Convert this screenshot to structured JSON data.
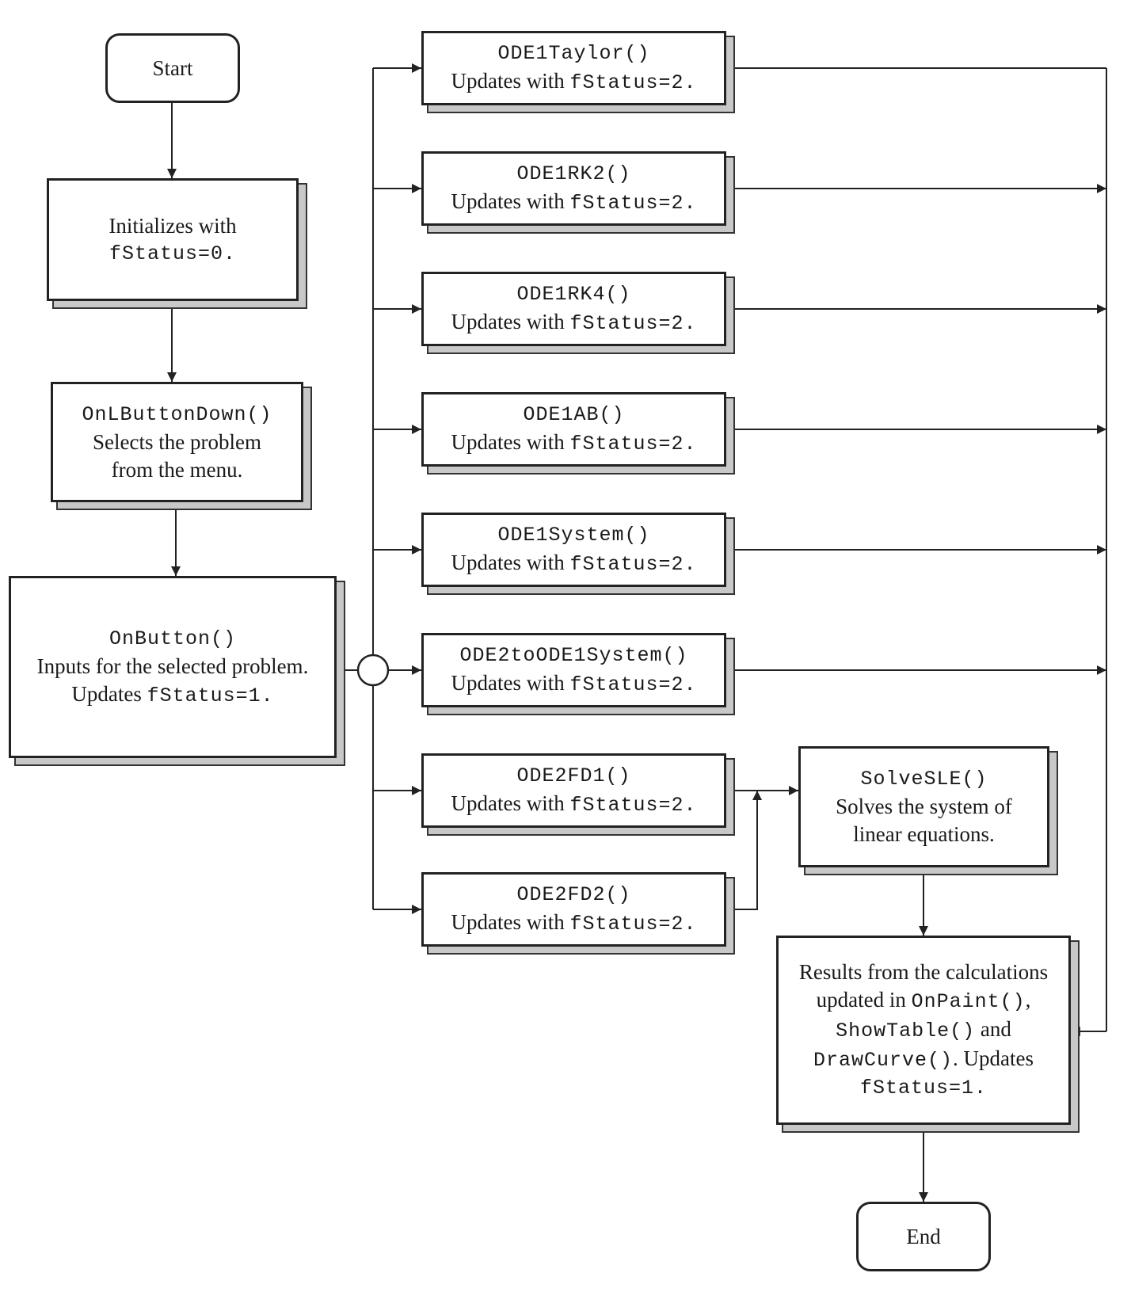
{
  "nodes": {
    "start": {
      "label": "Start"
    },
    "init": {
      "text": "Initializes with",
      "code": "fStatus=0."
    },
    "onlbutton": {
      "code": "OnLButtonDown()",
      "line1": "Selects the problem",
      "line2": "from the menu."
    },
    "onbutton": {
      "code": "OnButton()",
      "line1": "Inputs for the selected problem.",
      "line2_text": "Updates ",
      "line2_code": "fStatus=1."
    },
    "methods": [
      {
        "code": "ODE1Taylor()",
        "text": "Updates with ",
        "status": "fStatus=2."
      },
      {
        "code": "ODE1RK2()",
        "text": "Updates with ",
        "status": "fStatus=2."
      },
      {
        "code": "ODE1RK4()",
        "text": "Updates with ",
        "status": "fStatus=2."
      },
      {
        "code": "ODE1AB()",
        "text": "Updates with ",
        "status": "fStatus=2."
      },
      {
        "code": "ODE1System()",
        "text": "Updates with ",
        "status": "fStatus=2."
      },
      {
        "code": "ODE2toODE1System()",
        "text": "Updates with ",
        "status": "fStatus=2."
      },
      {
        "code": "ODE2FD1()",
        "text": "Updates with ",
        "status": "fStatus=2."
      },
      {
        "code": "ODE2FD2()",
        "text": "Updates with ",
        "status": "fStatus=2."
      }
    ],
    "solvesle": {
      "code": "SolveSLE()",
      "line1": "Solves the system of",
      "line2": "linear equations."
    },
    "results": {
      "line1": "Results from the calculations",
      "line2_text": "updated in ",
      "line2_code": "OnPaint()",
      "line2_tail": ",",
      "line3_code": "ShowTable()",
      "line3_text": " and",
      "line4_code": "DrawCurve()",
      "line4_text": ". Updates",
      "line5_code": "fStatus=1."
    },
    "end": {
      "label": "End"
    }
  }
}
